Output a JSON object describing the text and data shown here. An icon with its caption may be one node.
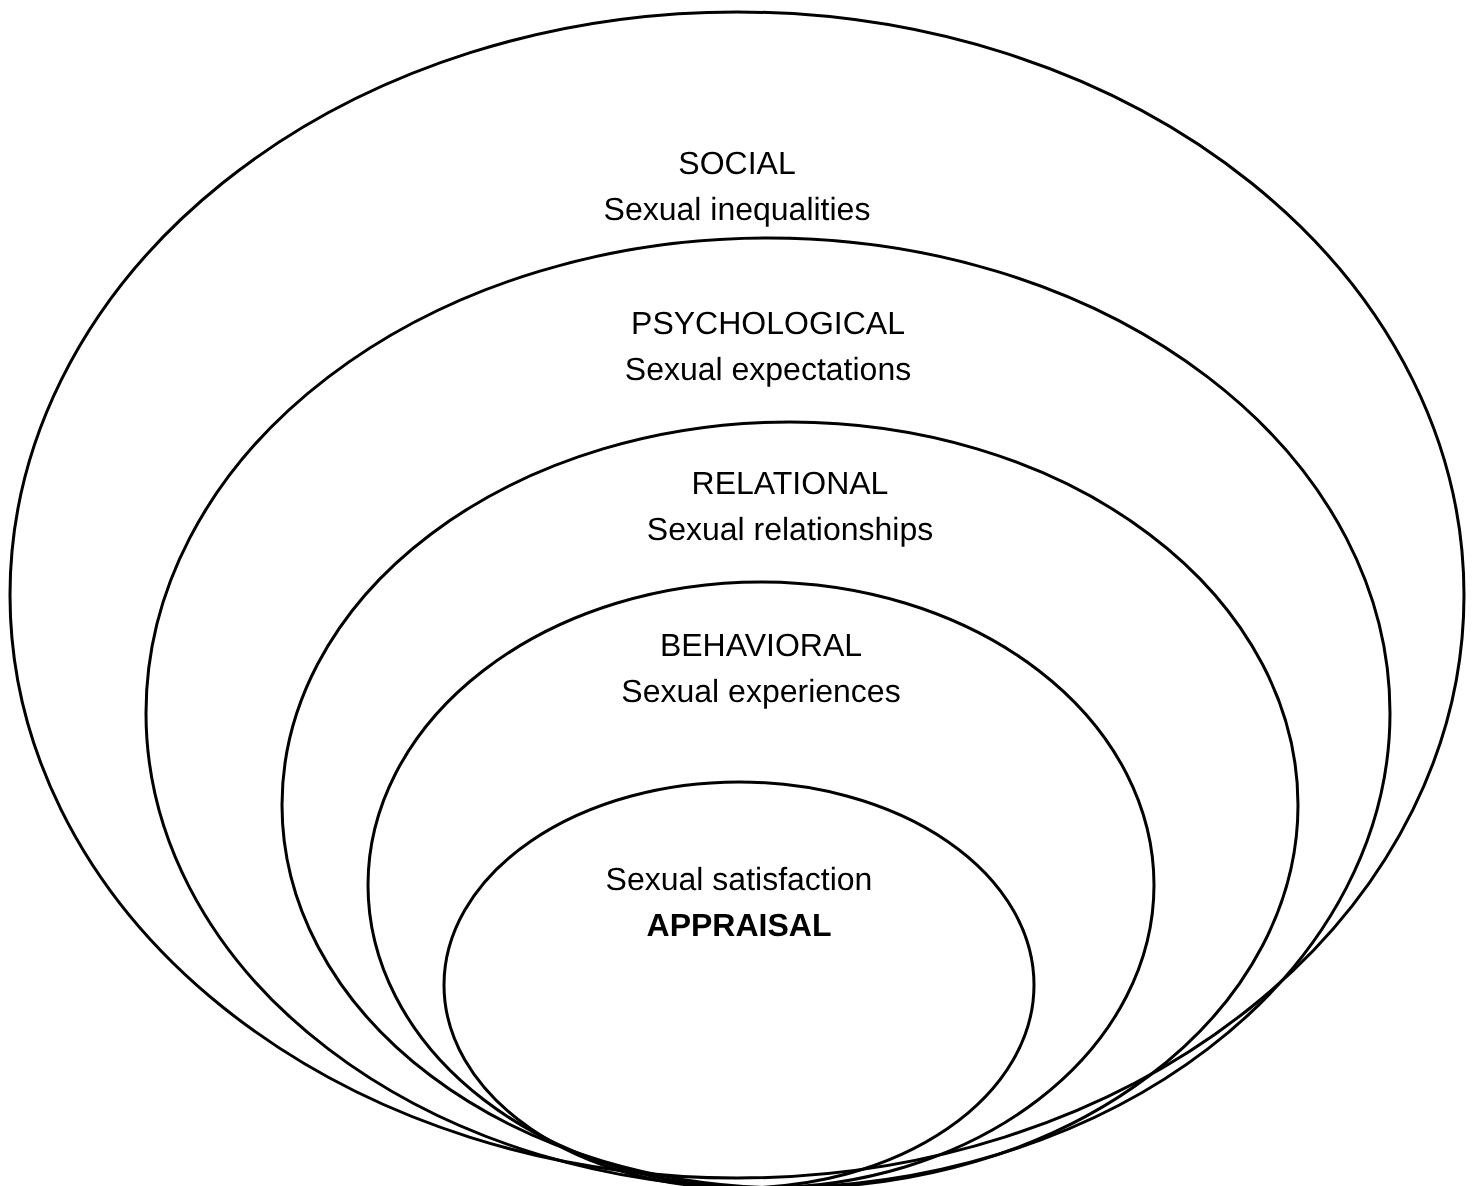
{
  "diagram": {
    "nodes": [
      {
        "text": [
          "SOCIAL",
          "Sexual inequalities"
        ]
      },
      {
        "text": [
          "PSYCHOLOGICAL",
          "Sexual expectations"
        ],
        "in": 0
      },
      {
        "text": [
          "RELATIONAL",
          "Sexual relationships"
        ],
        "in": 1
      },
      {
        "text": [
          "BEHAVIORAL",
          "Sexual experiences"
        ],
        "in": 2
      },
      {
        "text": [
          "Sexual satisfaction",
          "APPRAISAL"
        ],
        "in": 3
      }
    ]
  }
}
